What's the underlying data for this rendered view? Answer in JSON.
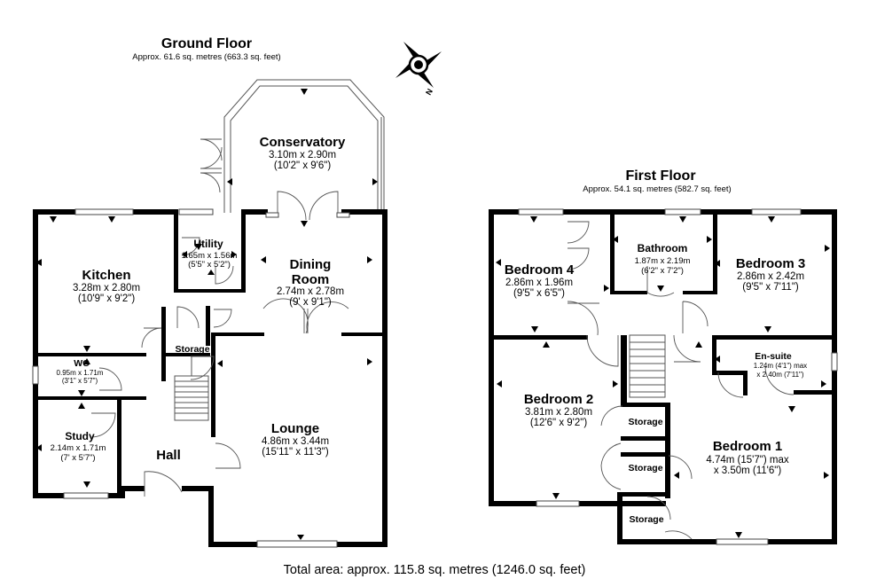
{
  "ground_floor": {
    "title": "Ground Floor",
    "area": "Approx. 61.6 sq. metres (663.3 sq. feet)",
    "rooms": {
      "conservatory": {
        "name": "Conservatory",
        "dim1": "3.10m x 2.90m",
        "dim2": "(10'2\" x 9'6\")"
      },
      "utility": {
        "name": "Utility",
        "dim1": "1.65m x 1.56m",
        "dim2": "(5'5\" x 5'2\")"
      },
      "kitchen": {
        "name": "Kitchen",
        "dim1": "3.28m x 2.80m",
        "dim2": "(10'9\" x 9'2\")"
      },
      "dining": {
        "name1": "Dining",
        "name2": "Room",
        "dim1": "2.74m x 2.78m",
        "dim2": "(9' x 9'1\")"
      },
      "storage": {
        "name": "Storage"
      },
      "wc": {
        "name": "WC",
        "dim1": "0.95m x 1.71m",
        "dim2": "(3'1\" x 5'7\")"
      },
      "study": {
        "name": "Study",
        "dim1": "2.14m x 1.71m",
        "dim2": "(7' x 5'7\")"
      },
      "hall": {
        "name": "Hall"
      },
      "lounge": {
        "name": "Lounge",
        "dim1": "4.86m x 3.44m",
        "dim2": "(15'11\" x 11'3\")"
      }
    }
  },
  "first_floor": {
    "title": "First Floor",
    "area": "Approx. 54.1 sq. metres (582.7 sq. feet)",
    "rooms": {
      "bedroom4": {
        "name": "Bedroom 4",
        "dim1": "2.86m x 1.96m",
        "dim2": "(9'5\" x 6'5\")"
      },
      "bathroom": {
        "name": "Bathroom",
        "dim1": "1.87m x 2.19m",
        "dim2": "(6'2\" x 7'2\")"
      },
      "bedroom3": {
        "name": "Bedroom 3",
        "dim1": "2.86m x 2.42m",
        "dim2": "(9'5\" x 7'11\")"
      },
      "ensuite": {
        "name": "En-suite",
        "dim1": "1.24m (4'1\") max",
        "dim2": "x 2.40m (7'11\")"
      },
      "bedroom2": {
        "name": "Bedroom 2",
        "dim1": "3.81m x 2.80m",
        "dim2": "(12'6\" x 9'2\")"
      },
      "storage_a": {
        "name": "Storage"
      },
      "storage_b": {
        "name": "Storage"
      },
      "storage_c": {
        "name": "Storage"
      },
      "bedroom1": {
        "name": "Bedroom 1",
        "dim1": "4.74m (15'7\") max",
        "dim2": "x 3.50m (11'6\")"
      }
    }
  },
  "compass": {
    "label": "N",
    "icon": "compass-icon"
  },
  "total": "Total area: approx. 115.8 sq. metres (1246.0 sq. feet)"
}
